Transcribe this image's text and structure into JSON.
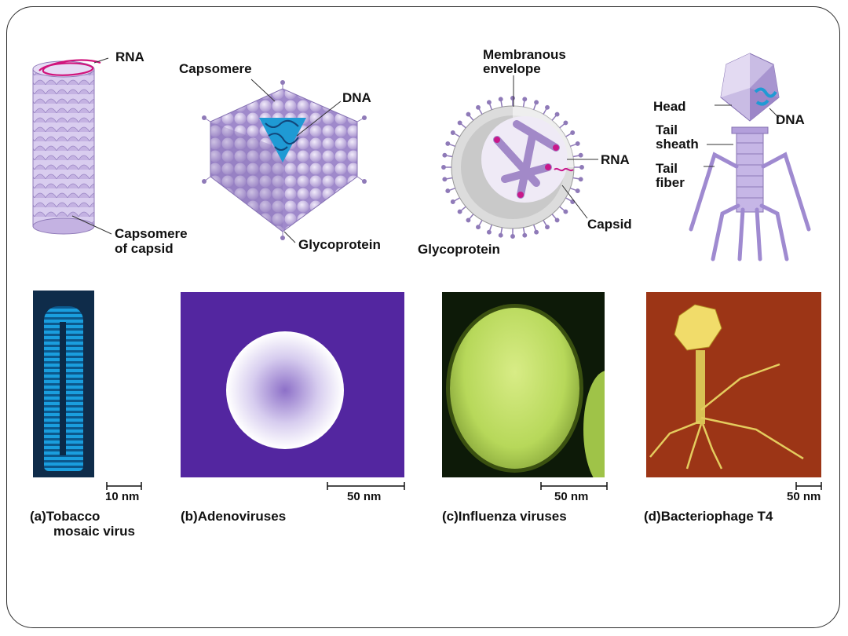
{
  "panels": {
    "a": {
      "caption_letter": "(a)",
      "caption_line1": "Tobacco",
      "caption_line2": "mosaic virus",
      "scale": "10 nm",
      "labels": {
        "rna": "RNA",
        "capsomere_of_capsid_1": "Capsomere",
        "capsomere_of_capsid_2": "of capsid"
      }
    },
    "b": {
      "caption_letter": "(b)",
      "caption_line1": "Adenoviruses",
      "scale": "50 nm",
      "labels": {
        "capsomere": "Capsomere",
        "dna": "DNA",
        "glycoprotein": "Glycoprotein"
      }
    },
    "c": {
      "caption_letter": "(c)",
      "caption_line1": "Influenza viruses",
      "scale": "50 nm",
      "labels": {
        "membranous_1": "Membranous",
        "membranous_2": "envelope",
        "rna": "RNA",
        "capsid": "Capsid",
        "glycoprotein": "Glycoprotein"
      }
    },
    "d": {
      "caption_letter": "(d)",
      "caption_line1": "Bacteriophage T4",
      "scale": "50 nm",
      "labels": {
        "head": "Head",
        "dna": "DNA",
        "tail_sheath_1": "Tail",
        "tail_sheath_2": "sheath",
        "tail_fiber_1": "Tail",
        "tail_fiber_2": "fiber"
      }
    }
  },
  "colors": {
    "capsid_purple": "#b9a6d8",
    "capsid_dark": "#8a74b8",
    "dna_blue": "#2aa0d8",
    "rna_magenta": "#c2187a",
    "tmv_photo": "#1a8fd0",
    "adeno_photo": "#5a2aa8",
    "flu_photo": "#a9d24a",
    "phage_photo": "#b33a1c"
  }
}
